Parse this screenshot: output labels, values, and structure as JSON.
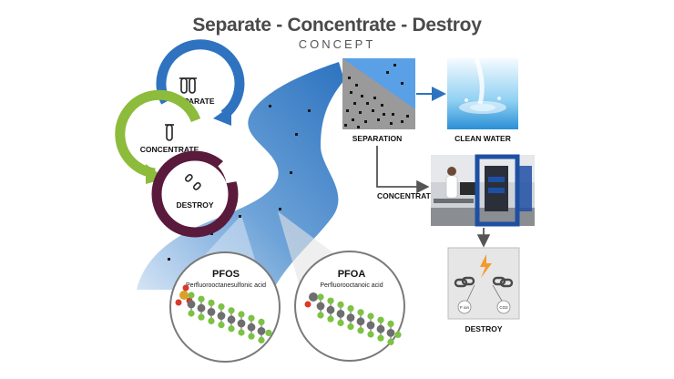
{
  "header": {
    "title": "Separate - Concentrate - Destroy",
    "subtitle": "CONCEPT"
  },
  "cycle": {
    "separate_label": "SEPARATE",
    "concentrate_label": "CONCENTRATE",
    "destroy_label": "DESTROY",
    "colors": {
      "separate": "#2f73c0",
      "concentrate": "#8dbb3c",
      "destroy": "#5a1a3c"
    }
  },
  "process": {
    "separation_label": "SEPARATION",
    "clean_water_label": "CLEAN WATER",
    "concentrate_label": "CONCENTRATE",
    "destroy_label": "DESTROY",
    "destroy_left_tag": "F ion",
    "destroy_right_tag": "CO2"
  },
  "molecules": {
    "pfos": {
      "name": "PFOS",
      "full_name": "Perfluorooctanesulfonic acid"
    },
    "pfoa": {
      "name": "PFOA",
      "full_name": "Perfluorooctanoic acid"
    }
  },
  "icons": [
    "test-tubes-icon",
    "test-tube-icon",
    "lightning-bolt-icon",
    "broken-chain-icon",
    "arrow-icon"
  ]
}
